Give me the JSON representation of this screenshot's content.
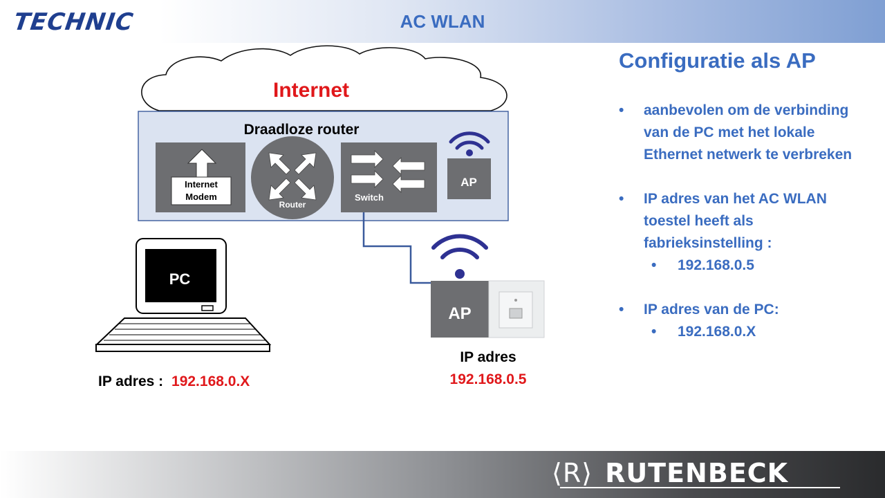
{
  "header": {
    "brand_logo_text": "TECHNIC",
    "title": "AC WLAN"
  },
  "diagram": {
    "cloud_label": "Internet",
    "router_box_title": "Draadloze router",
    "modem_label_line1": "Internet",
    "modem_label_line2": "Modem",
    "router_label": "Router",
    "switch_label": "Switch",
    "router_ap_label": "AP",
    "pc_screen_label": "PC",
    "ap_label": "AP",
    "pc_ip_label": "IP adres :",
    "pc_ip_value": "192.168.0.X",
    "ap_ip_label": "IP adres",
    "ap_ip_value": "192.168.0.5",
    "colors": {
      "accent_blue": "#3a6cc0",
      "ip_red": "#e0181b",
      "internet_red": "#e0181b",
      "box_fill": "#dbe3f1",
      "dark_box": "#6d6e71",
      "wifi_blue": "#2e3192"
    }
  },
  "right_panel": {
    "title": "Configuratie als AP",
    "bullets": [
      {
        "text": "aanbevolen om de verbinding van de PC met het lokale Ethernet netwerk te verbreken"
      },
      {
        "text": "IP adres van het AC WLAN toestel heeft als fabrieksinstelling :",
        "sub": "192.168.0.5"
      },
      {
        "text": "IP adres van de PC:",
        "sub": "192.168.0.X"
      }
    ],
    "bullet_char": "•"
  },
  "footer": {
    "brand_mark": "⟨R⟩",
    "brand_name": "RUTENBECK"
  }
}
